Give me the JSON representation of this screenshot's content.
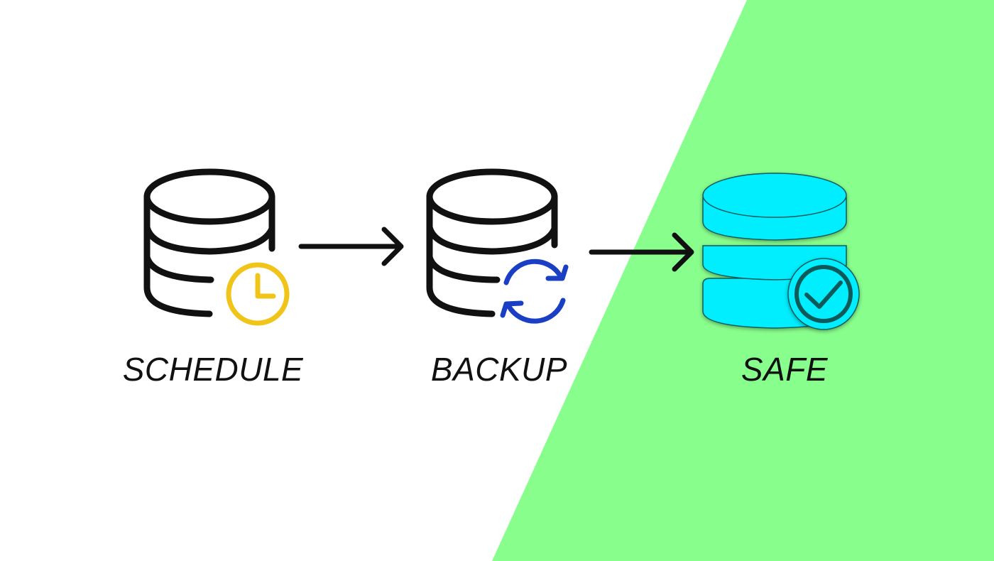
{
  "steps": [
    {
      "id": "schedule",
      "label": "SCHEDULE",
      "badge_icon": "clock-icon"
    },
    {
      "id": "backup",
      "label": "BACKUP",
      "badge_icon": "sync-arrows-icon"
    },
    {
      "id": "safe",
      "label": "SAFE",
      "badge_icon": "check-circle-icon"
    }
  ],
  "colors": {
    "background": "#ffffff",
    "safe_zone": "#88ff8c",
    "stroke": "#111111",
    "clock": "#f0c419",
    "sync": "#1a3fc4",
    "safe_database": "#00eeff"
  }
}
